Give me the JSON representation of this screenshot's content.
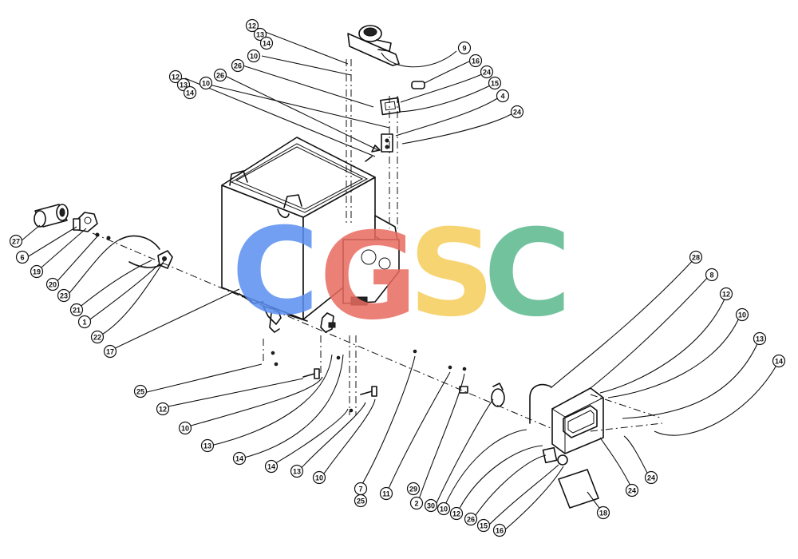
{
  "watermark": {
    "letters": [
      {
        "char": "C",
        "color": "#5b8ff0"
      },
      {
        "char": "G",
        "color": "#e86b60"
      },
      {
        "char": "S",
        "color": "#f6cd5a"
      },
      {
        "char": "C",
        "color": "#5ab88e"
      }
    ]
  },
  "callouts": [
    {
      "id": "c12a",
      "label": "12"
    },
    {
      "id": "c13a",
      "label": "13"
    },
    {
      "id": "c14a",
      "label": "14"
    },
    {
      "id": "c10a",
      "label": "10"
    },
    {
      "id": "c26a",
      "label": "26"
    },
    {
      "id": "c12b",
      "label": "12"
    },
    {
      "id": "c13b",
      "label": "13"
    },
    {
      "id": "c10b",
      "label": "10"
    },
    {
      "id": "c26b",
      "label": "26"
    },
    {
      "id": "c14b",
      "label": "14"
    },
    {
      "id": "c9",
      "label": "9"
    },
    {
      "id": "c16a",
      "label": "16"
    },
    {
      "id": "c24a",
      "label": "24"
    },
    {
      "id": "c15a",
      "label": "15"
    },
    {
      "id": "c4",
      "label": "4"
    },
    {
      "id": "c24b",
      "label": "24"
    },
    {
      "id": "c27",
      "label": "27"
    },
    {
      "id": "c6",
      "label": "6"
    },
    {
      "id": "c19",
      "label": "19"
    },
    {
      "id": "c20",
      "label": "20"
    },
    {
      "id": "c23",
      "label": "23"
    },
    {
      "id": "c21",
      "label": "21"
    },
    {
      "id": "c1",
      "label": "1"
    },
    {
      "id": "c22",
      "label": "22"
    },
    {
      "id": "c17",
      "label": "17"
    },
    {
      "id": "c25a",
      "label": "25"
    },
    {
      "id": "c12c",
      "label": "12"
    },
    {
      "id": "c10c",
      "label": "10"
    },
    {
      "id": "c13c",
      "label": "13"
    },
    {
      "id": "c14c",
      "label": "14"
    },
    {
      "id": "c14d",
      "label": "14"
    },
    {
      "id": "c13d",
      "label": "13"
    },
    {
      "id": "c10d",
      "label": "10"
    },
    {
      "id": "c7",
      "label": "7"
    },
    {
      "id": "c25b",
      "label": "25"
    },
    {
      "id": "c11",
      "label": "11"
    },
    {
      "id": "c29",
      "label": "29"
    },
    {
      "id": "c2",
      "label": "2"
    },
    {
      "id": "c30",
      "label": "30"
    },
    {
      "id": "c10e",
      "label": "10"
    },
    {
      "id": "c12d",
      "label": "12"
    },
    {
      "id": "c26c",
      "label": "26"
    },
    {
      "id": "c15b",
      "label": "15"
    },
    {
      "id": "c16b",
      "label": "16"
    },
    {
      "id": "c18",
      "label": "18"
    },
    {
      "id": "c24c",
      "label": "24"
    },
    {
      "id": "c24d",
      "label": "24"
    },
    {
      "id": "c28",
      "label": "28"
    },
    {
      "id": "c8",
      "label": "8"
    },
    {
      "id": "c12e",
      "label": "12"
    },
    {
      "id": "c10f",
      "label": "10"
    },
    {
      "id": "c13e",
      "label": "13"
    },
    {
      "id": "c14e",
      "label": "14"
    }
  ]
}
